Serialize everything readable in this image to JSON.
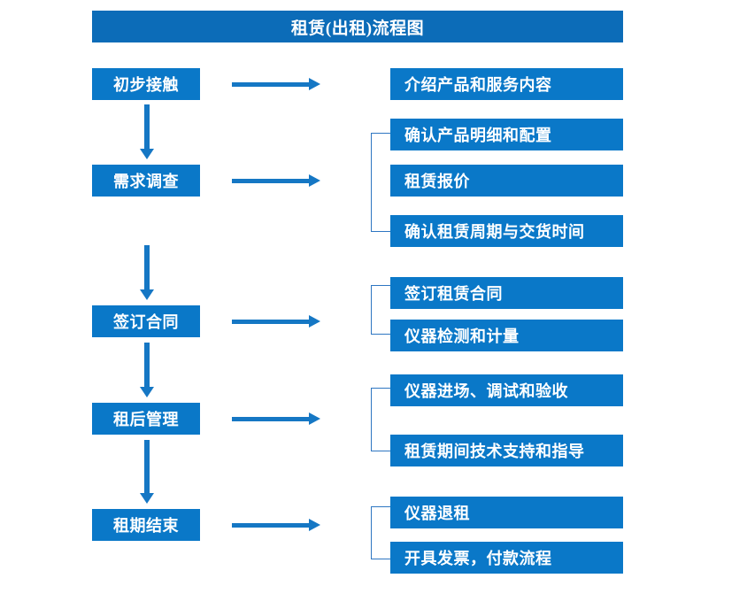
{
  "header": {
    "title": "租赁(出租)流程图",
    "bar_color": "#0C6CB8"
  },
  "theme": {
    "box_fill": "#0A78C8",
    "arrow_color": "#1577C4",
    "bracket_color": "#2E76C2",
    "text_color": "#FFFFFF",
    "background": "#FFFFFF"
  },
  "chart_data": {
    "type": "diagram",
    "title": "租赁(出租)流程图",
    "stages": [
      {
        "stage_label": "初步接触",
        "details": [
          "介绍产品和服务内容"
        ],
        "bracketed": false
      },
      {
        "stage_label": "需求调查",
        "details": [
          "确认产品明细和配置",
          "租赁报价",
          "确认租赁周期与交货时间"
        ],
        "bracketed": true
      },
      {
        "stage_label": "签订合同",
        "details": [
          "签订租赁合同",
          "仪器检测和计量"
        ],
        "bracketed": true
      },
      {
        "stage_label": "租后管理",
        "details": [
          "仪器进场、调试和验收",
          "租赁期间技术支持和指导"
        ],
        "bracketed": true
      },
      {
        "stage_label": "租期结束",
        "details": [
          "仪器退租",
          "开具发票，付款流程"
        ],
        "bracketed": true
      }
    ]
  },
  "flow": {
    "left_nodes": [
      {
        "label": "初步接触"
      },
      {
        "label": "需求调查"
      },
      {
        "label": "签订合同"
      },
      {
        "label": "租后管理"
      },
      {
        "label": "租期结束"
      }
    ],
    "right_nodes": [
      {
        "label": "介绍产品和服务内容"
      },
      {
        "label": "确认产品明细和配置"
      },
      {
        "label": "租赁报价"
      },
      {
        "label": "确认租赁周期与交货时间"
      },
      {
        "label": "签订租赁合同"
      },
      {
        "label": "仪器检测和计量"
      },
      {
        "label": "仪器进场、调试和验收"
      },
      {
        "label": "租赁期间技术支持和指导"
      },
      {
        "label": "仪器退租"
      },
      {
        "label": "开具发票，付款流程"
      }
    ],
    "connector_names": [
      "arrow-right-初步接触",
      "arrow-right-需求调查",
      "arrow-right-签订合同",
      "arrow-right-租后管理",
      "arrow-right-租期结束",
      "arrow-down-初步接触-需求调查",
      "arrow-down-需求调查-签订合同",
      "arrow-down-签订合同-租后管理",
      "arrow-down-租后管理-租期结束"
    ]
  }
}
